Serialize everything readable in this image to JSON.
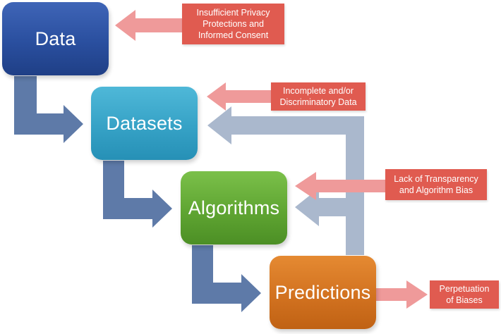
{
  "stages": {
    "data": "Data",
    "datasets": "Datasets",
    "algorithms": "Algorithms",
    "predictions": "Predictions"
  },
  "risks": {
    "privacy": [
      "Insufficient Privacy",
      "Protections and",
      "Informed Consent"
    ],
    "data": [
      "Incomplete and/or",
      "Discriminatory Data"
    ],
    "transparency": [
      "Lack of Transparency",
      "and Algorithm Bias"
    ],
    "perpetuation": [
      "Perpetuation",
      "of Biases"
    ]
  },
  "colors": {
    "flow_arrow": "#5e7aa8",
    "feedback_arrow": "#aab8cd",
    "risk_arrow": "#ef9a9a",
    "risk_box": "#e05b50"
  }
}
